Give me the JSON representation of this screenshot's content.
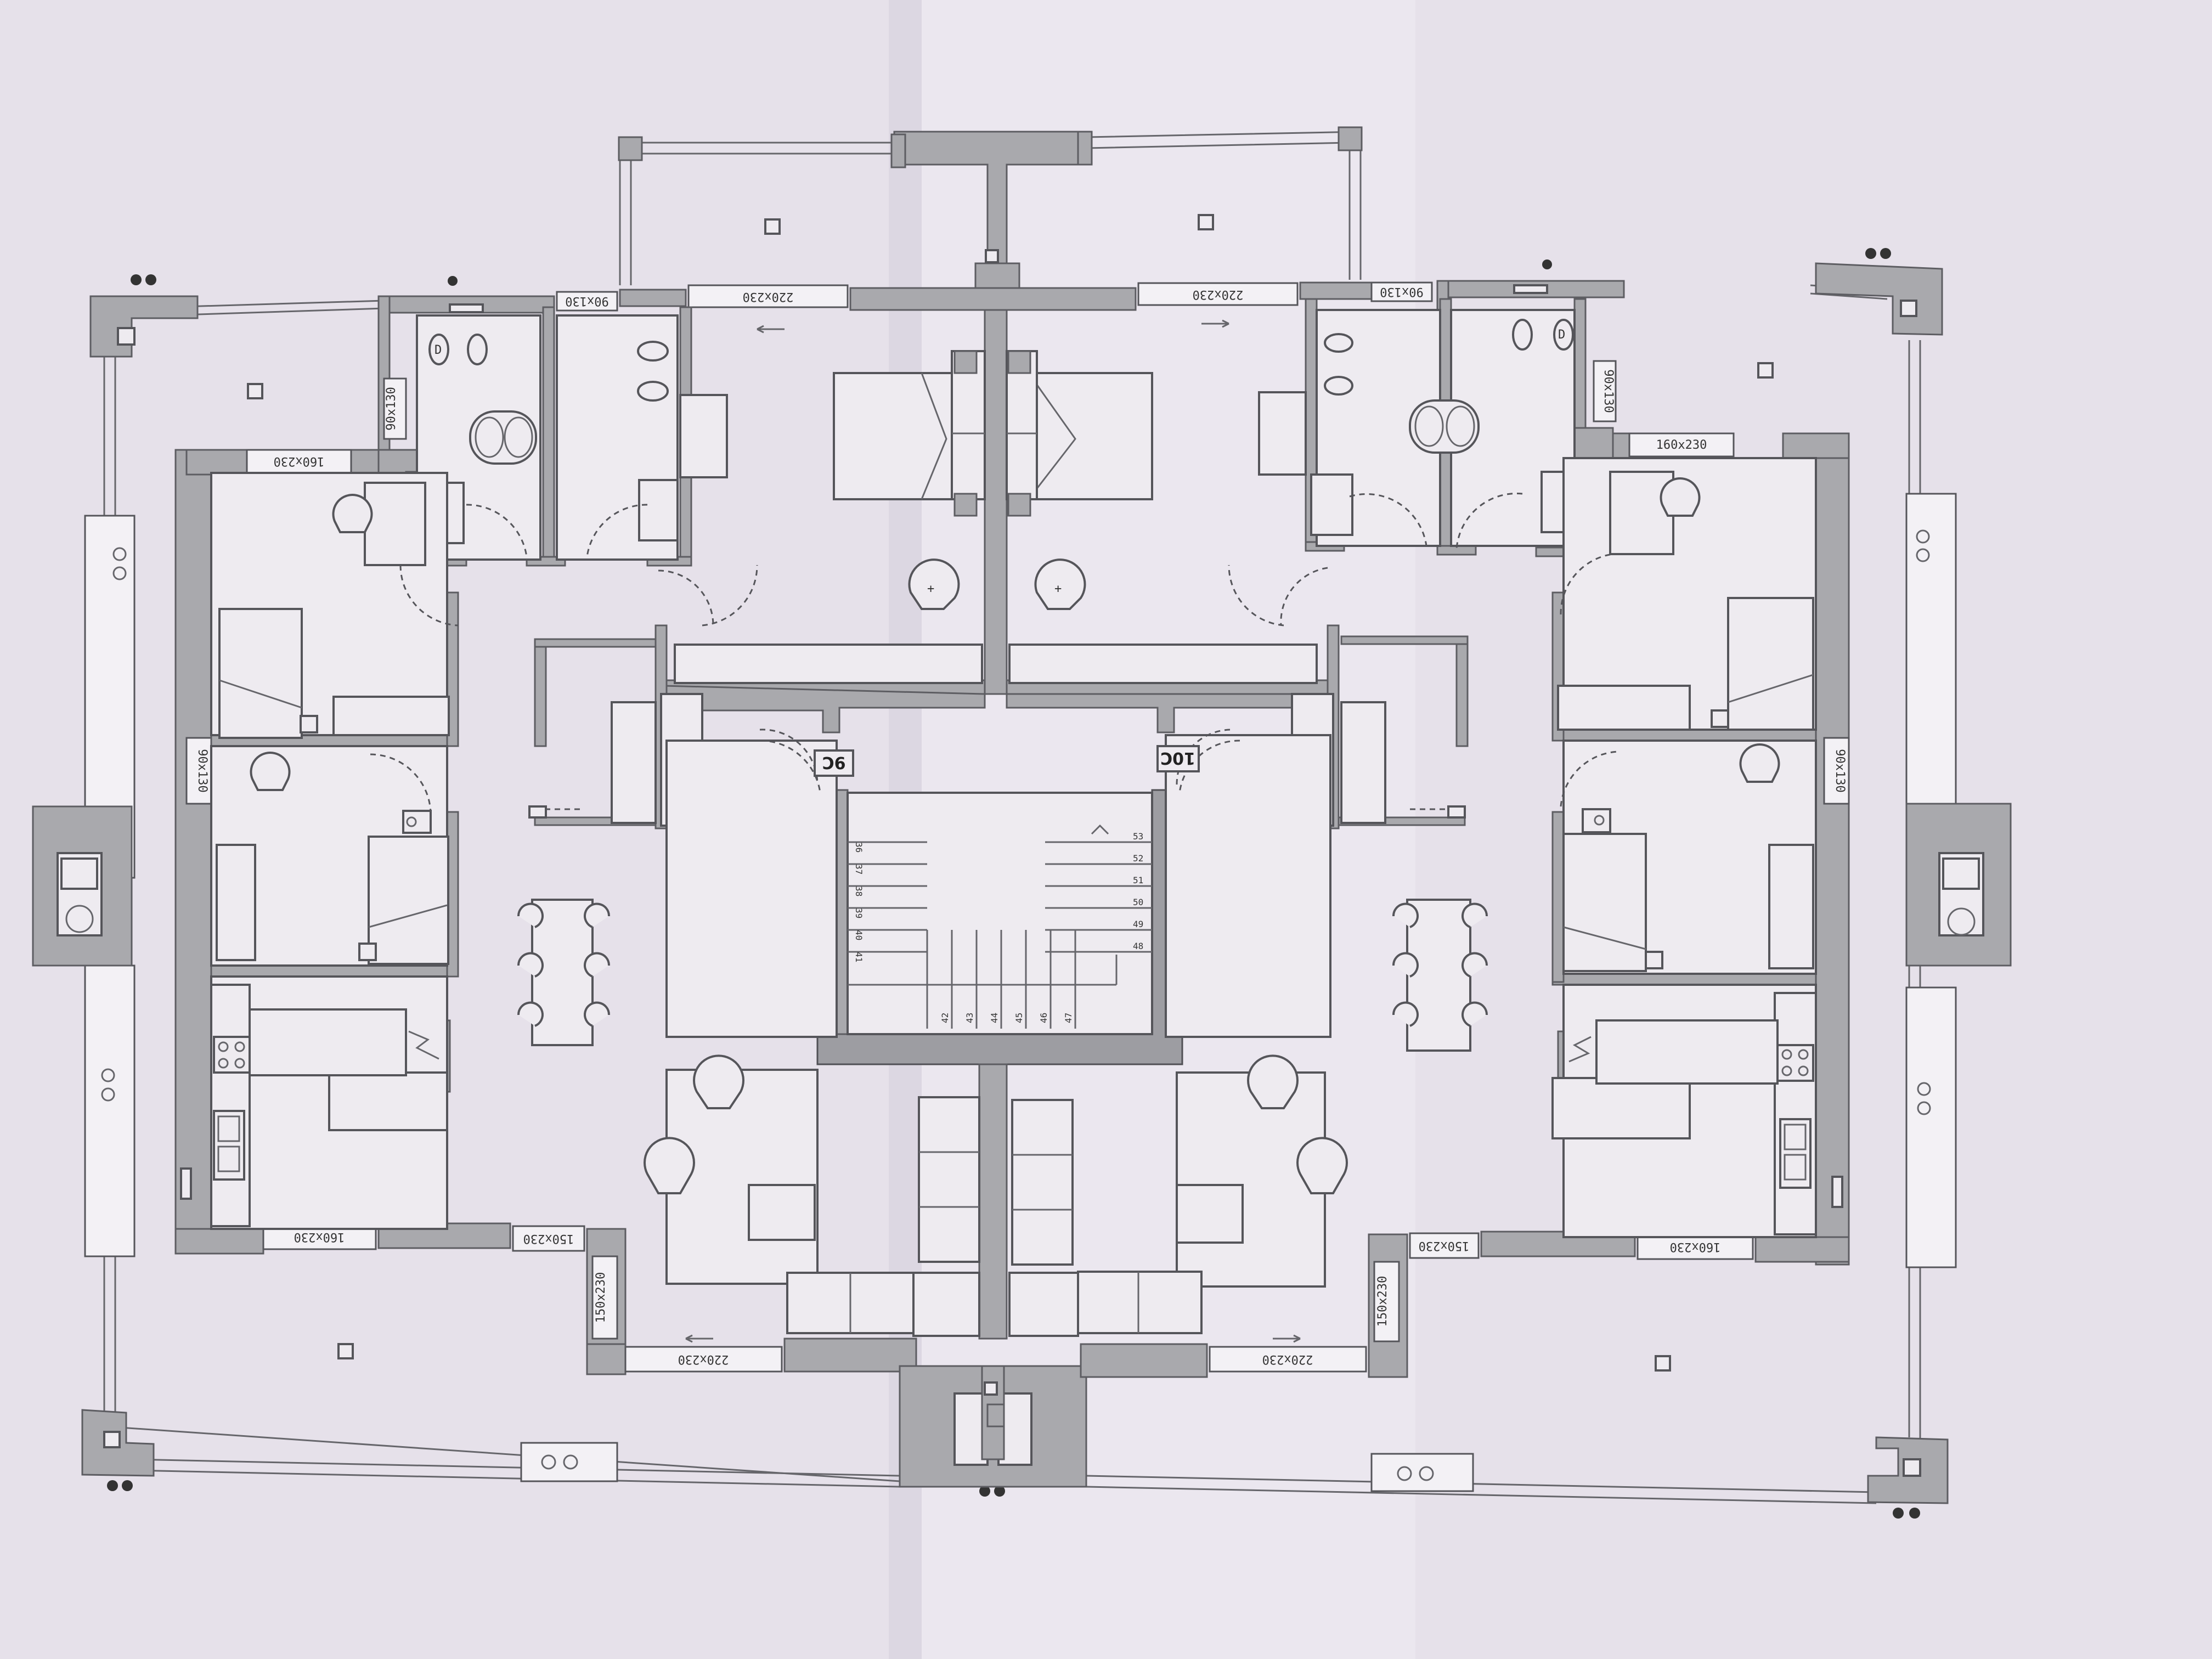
{
  "sheet": {
    "paper_color": "#e6e1ea",
    "wall_color": "#a9a9ad",
    "line_color": "#55555a"
  },
  "unit_tags": {
    "left": "9C",
    "right": "10C"
  },
  "stair_numbers": {
    "left_flight": [
      "36",
      "37",
      "38",
      "39",
      "40",
      "41"
    ],
    "right_flight": [
      "53",
      "52",
      "51",
      "50",
      "49",
      "48"
    ],
    "bottom_run": [
      "42",
      "43",
      "44",
      "45",
      "46",
      "47"
    ]
  },
  "openings": {
    "top_left_balcony": "220x230",
    "top_right_balcony": "220x230",
    "top_left_bath_window": "90x130",
    "top_right_bath_window": "90x130",
    "left_bath_side_window": "90x130",
    "right_bath_side_window": "90x130",
    "left_bedroom_window": "160x230",
    "right_bedroom_window": "160x230",
    "left_room_side_window": "90x130",
    "right_room_side_window": "90x130",
    "bottom_left_living_window": "160x230",
    "bottom_right_living_window": "160x230",
    "bottom_left_angle_window_a": "150x230",
    "bottom_left_angle_window_b": "150x230",
    "bottom_right_angle_window_a": "150x230",
    "bottom_right_angle_window_b": "150x230",
    "bottom_left_balcony": "220x230",
    "bottom_right_balcony": "220x230"
  },
  "icons": {
    "floor_drain": "floor-drain-icon",
    "column": "column-icon",
    "sink": "sink-icon",
    "stove": "stove-icon",
    "toilet": "toilet-icon",
    "bidet": "bidet-icon",
    "shower": "shower-icon",
    "armchair": "armchair-icon",
    "chair": "chair-icon",
    "bed": "bed-icon"
  }
}
